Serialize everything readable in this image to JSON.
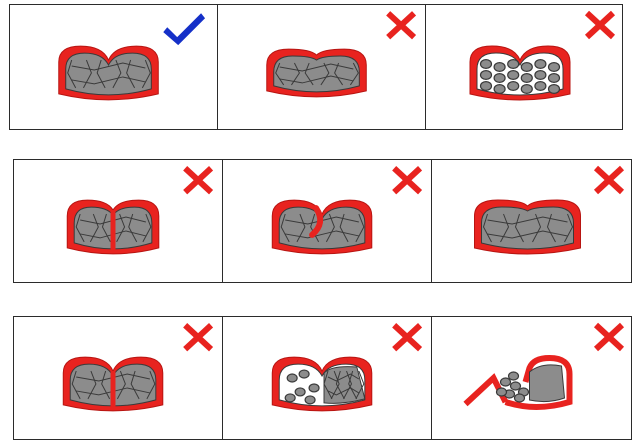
{
  "colors": {
    "shell": "#e8231f",
    "shell_stroke": "#b81512",
    "fill": "#8c8c8c",
    "fill_lines": "#3a3a3a",
    "check": "#1530c8",
    "cross": "#e8231f"
  },
  "rows": [
    {
      "cells": [
        {
          "shape": "ideal",
          "mark": "check",
          "mark_icon": "check-icon"
        },
        {
          "shape": "flat-top",
          "mark": "cross",
          "mark_icon": "cross-icon"
        },
        {
          "shape": "loose-stones",
          "mark": "cross",
          "mark_icon": "cross-icon"
        }
      ]
    },
    {
      "cells": [
        {
          "shape": "deep-split",
          "mark": "cross",
          "mark_icon": "cross-icon"
        },
        {
          "shape": "shell-intrusion",
          "mark": "cross",
          "mark_icon": "cross-icon"
        },
        {
          "shape": "flat-wide",
          "mark": "cross",
          "mark_icon": "cross-icon"
        }
      ]
    },
    {
      "cells": [
        {
          "shape": "open-gap",
          "mark": "cross",
          "mark_icon": "cross-icon"
        },
        {
          "shape": "half-empty",
          "mark": "cross",
          "mark_icon": "cross-icon"
        },
        {
          "shape": "torn-shell",
          "mark": "cross",
          "mark_icon": "cross-icon"
        }
      ]
    }
  ]
}
